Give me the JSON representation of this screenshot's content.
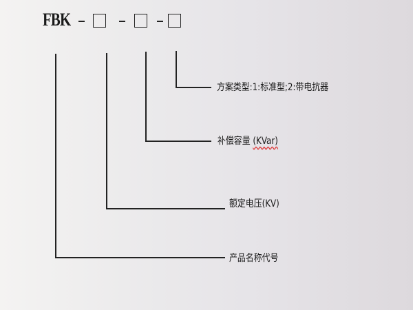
{
  "model_code": {
    "prefix": "FBK",
    "placeholders": 3
  },
  "labels": {
    "scheme_type": "方案类型:1:标准型;2:带电抗器",
    "compensation_capacity": "补偿容量",
    "compensation_unit": "(KVar)",
    "rated_voltage": "额定电压(KV)",
    "product_code": "产品名称代号"
  }
}
